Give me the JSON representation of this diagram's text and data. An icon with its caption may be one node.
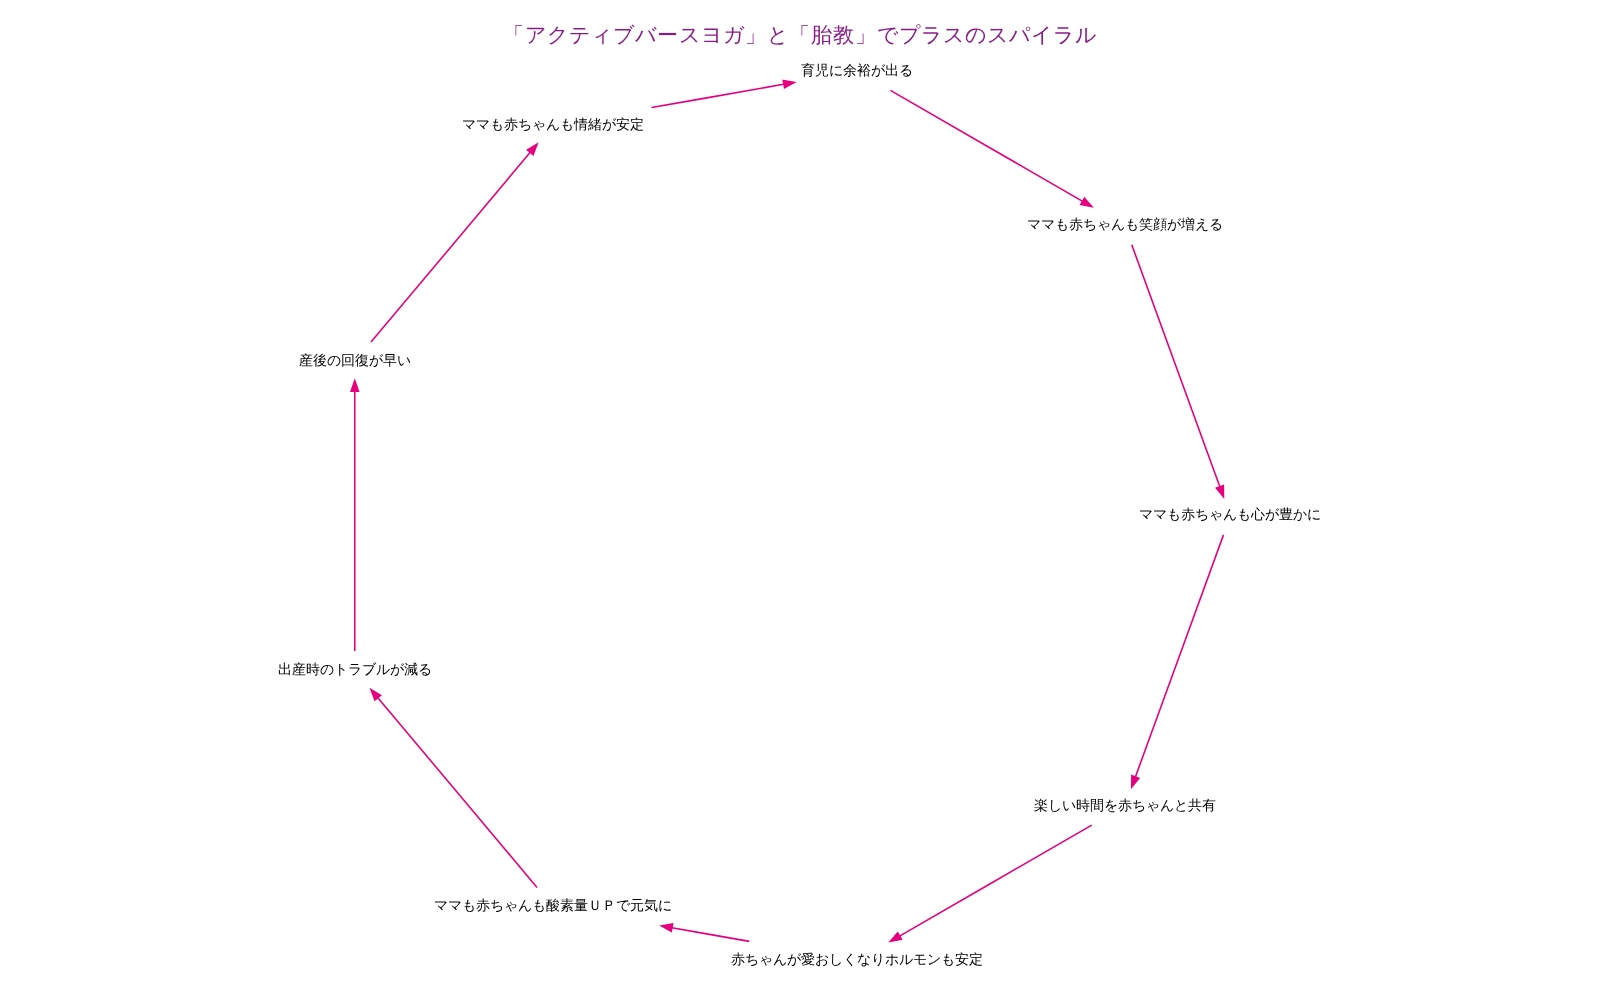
{
  "diagram": {
    "title": "「アクティブバースヨガ」と「胎教」でプラスのスパイラル",
    "nodes": [
      {
        "text": [
          "楽しい時間を赤ちゃんと共有"
        ]
      },
      {
        "text": [
          "赤ちゃんが愛おしくなりホルモンも安定"
        ]
      },
      {
        "text": [
          "ママも赤ちゃんも酸素量ＵＰで元気に"
        ]
      },
      {
        "text": [
          "出産時のトラブルが減る"
        ]
      },
      {
        "text": [
          "産後の回復が早い"
        ]
      },
      {
        "text": [
          "ママも赤ちゃんも情緒が安定"
        ]
      },
      {
        "text": [
          "育児に余裕が出る"
        ]
      },
      {
        "text": [
          "ママも赤ちゃんも笑顔が増える"
        ]
      },
      {
        "text": [
          "ママも赤ちゃんも心が豊かに"
        ]
      }
    ],
    "edges": [
      {
        "from": 0,
        "to": 1,
        "arrow": "to"
      },
      {
        "from": 1,
        "to": 2,
        "arrow": "to"
      },
      {
        "from": 2,
        "to": 3,
        "arrow": "to"
      },
      {
        "from": 3,
        "to": 4,
        "arrow": "to"
      },
      {
        "from": 4,
        "to": 5,
        "arrow": "to"
      },
      {
        "from": 5,
        "to": 6,
        "arrow": "to"
      },
      {
        "from": 6,
        "to": 7,
        "arrow": "to"
      },
      {
        "from": 7,
        "to": 8,
        "arrow": "to"
      },
      {
        "from": 8,
        "to": 0,
        "arrow": "to"
      }
    ]
  }
}
